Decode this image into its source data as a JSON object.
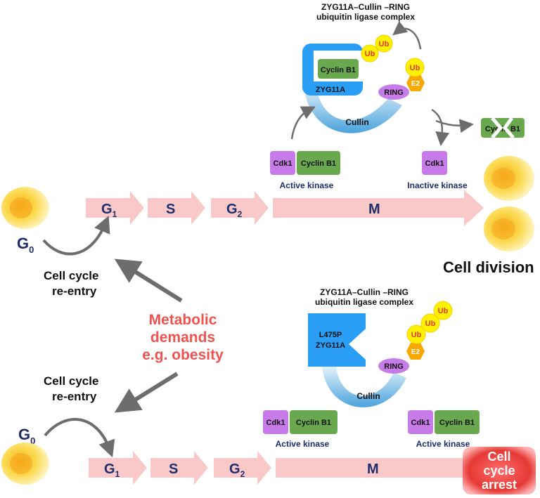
{
  "top": {
    "complex_title_1": "ZYG11A–Cullin –RING",
    "complex_title_2": "ubiquitin ligase complex",
    "ub": "Ub",
    "e2": "E2",
    "ring": "RING",
    "cullin": "Cullin",
    "zyg11a": "ZYG11A",
    "cyclin_b1_bound": "Cyclin B1",
    "degraded_cyclin": "Cyclin B1",
    "cdk1_active": "Cdk1",
    "cyclin_active": "Cyclin B1",
    "active_kinase": "Active kinase",
    "cdk1_inactive": "Cdk1",
    "inactive_kinase": "Inactive kinase",
    "phase_g": "G",
    "sub_0": "0",
    "sub_1": "1",
    "sub_2": "2",
    "phase_s": "S",
    "phase_m": "M",
    "reentry_1": "Cell cycle",
    "reentry_2": "re-entry",
    "cell_division": "Cell division"
  },
  "middle": {
    "line1": "Metabolic",
    "line2": "demands",
    "line3": "e.g. obesity"
  },
  "bottom": {
    "complex_title_1": "ZYG11A–Cullin –RING",
    "complex_title_2": "ubiquitin ligase complex",
    "mutant_1": "L475P",
    "mutant_2": "ZYG11A",
    "ub": "Ub",
    "e2": "E2",
    "ring": "RING",
    "cullin": "Cullin",
    "cdk1_a": "Cdk1",
    "cyclin_a": "Cyclin B1",
    "active_kinase_a": "Active kinase",
    "cdk1_b": "Cdk1",
    "cyclin_b": "Cyclin B1",
    "active_kinase_b": "Active kinase",
    "phase_g": "G",
    "sub_0": "0",
    "sub_1": "1",
    "sub_2": "2",
    "phase_s": "S",
    "phase_m": "M",
    "reentry_1": "Cell cycle",
    "reentry_2": "re-entry",
    "arrest_1": "Cell",
    "arrest_2": "cycle",
    "arrest_3": "arrest"
  },
  "colors": {
    "pink_arrow": "#f9c9c9",
    "navy_text": "#1f2d6b",
    "red_text": "#ef5350",
    "green_box": "#6aa84f",
    "purple_box": "#c77be8",
    "blue_zyg": "#2a9df4",
    "yellow_ub": "#fff200",
    "orange_e2": "#f7a900"
  }
}
